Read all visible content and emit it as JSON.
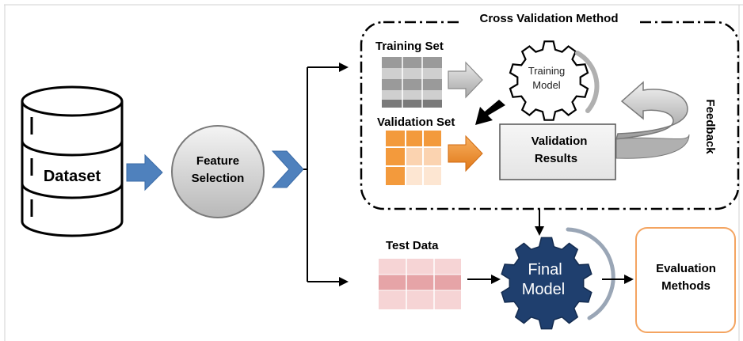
{
  "diagram": {
    "dataset_label": "Dataset",
    "feature_selection_line1": "Feature",
    "feature_selection_line2": "Selection",
    "cross_validation_title": "Cross  Validation Method",
    "training_set_label": "Training Set",
    "validation_set_label": "Validation  Set",
    "training_model_line1": "Training",
    "training_model_line2": "Model",
    "validation_results_line1": "Validation",
    "validation_results_line2": "Results",
    "feedback_label": "Feedback",
    "test_data_label": "Test Data",
    "final_model_line1": "Final",
    "final_model_line2": "Model",
    "evaluation_line1": "Evaluation",
    "evaluation_line2": "Methods"
  },
  "colors": {
    "blue_arrow": "#4f81bd",
    "final_model_gear": "#1f3f6e",
    "validation_orange": "#f5a04a",
    "test_pink": "#e8a8aa",
    "evaluation_border": "#f4a460",
    "feature_circle": "#d9d9d9"
  }
}
